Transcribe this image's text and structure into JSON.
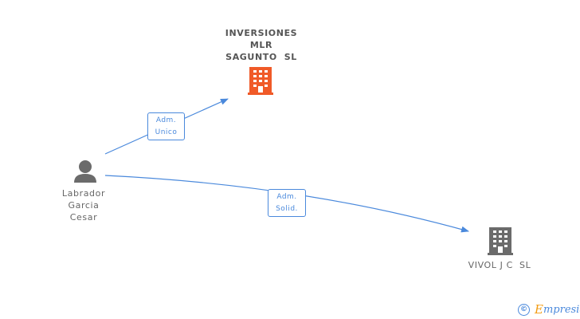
{
  "nodes": {
    "inversiones": {
      "lines": [
        "INVERSIONES",
        "MLR",
        "SAGUNTO  SL"
      ],
      "icon": "building-icon",
      "color": "#f05a28"
    },
    "labrador": {
      "lines": [
        "Labrador",
        "Garcia",
        "Cesar"
      ],
      "icon": "person-icon",
      "color": "#6b6b6b"
    },
    "vivol": {
      "lines": [
        "VIVOL J C  SL"
      ],
      "icon": "building-icon",
      "color": "#6b6b6b"
    }
  },
  "edges": [
    {
      "from": "labrador",
      "to": "inversiones",
      "label": [
        "Adm.",
        "Unico"
      ]
    },
    {
      "from": "labrador",
      "to": "vivol",
      "label": [
        "Adm.",
        "Solid."
      ]
    }
  ],
  "colors": {
    "edge": "#4a89dc"
  },
  "watermark": {
    "symbol": "©",
    "brand_first": "E",
    "brand_rest": "mpresia"
  }
}
